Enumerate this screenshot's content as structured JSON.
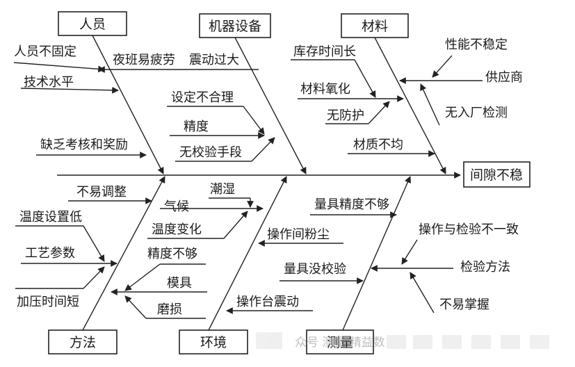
{
  "effect": "间隙不稳",
  "categories": {
    "people": "人员",
    "equipment": "机器设备",
    "material": "材料",
    "method": "方法",
    "environment": "环境",
    "measurement": "测量"
  },
  "causes": {
    "people": [
      "人员不固定",
      "技术水平",
      "夜班易疲劳",
      "缺乏考核和奖励"
    ],
    "equipment": [
      "震动过大",
      "设定不合理",
      "精度",
      "无校验手段"
    ],
    "material": [
      "库存时间长",
      "材料氧化",
      "无防护",
      "材质不均",
      "性能不稳定",
      "供应商",
      "无入厂检测"
    ],
    "method": [
      "不易调整",
      "温度设置低",
      "工艺参数",
      "加压时间短",
      "精度不够",
      "模具",
      "磨损"
    ],
    "environment": [
      "潮湿",
      "气候",
      "温度变化",
      "操作间粉尘",
      "操作台震动"
    ],
    "measurement": [
      "量具精度不够",
      "量具没校验",
      "操作与检验不一致",
      "检验方法",
      "不易掌握"
    ]
  },
  "watermark": "众号 测量 精益数"
}
